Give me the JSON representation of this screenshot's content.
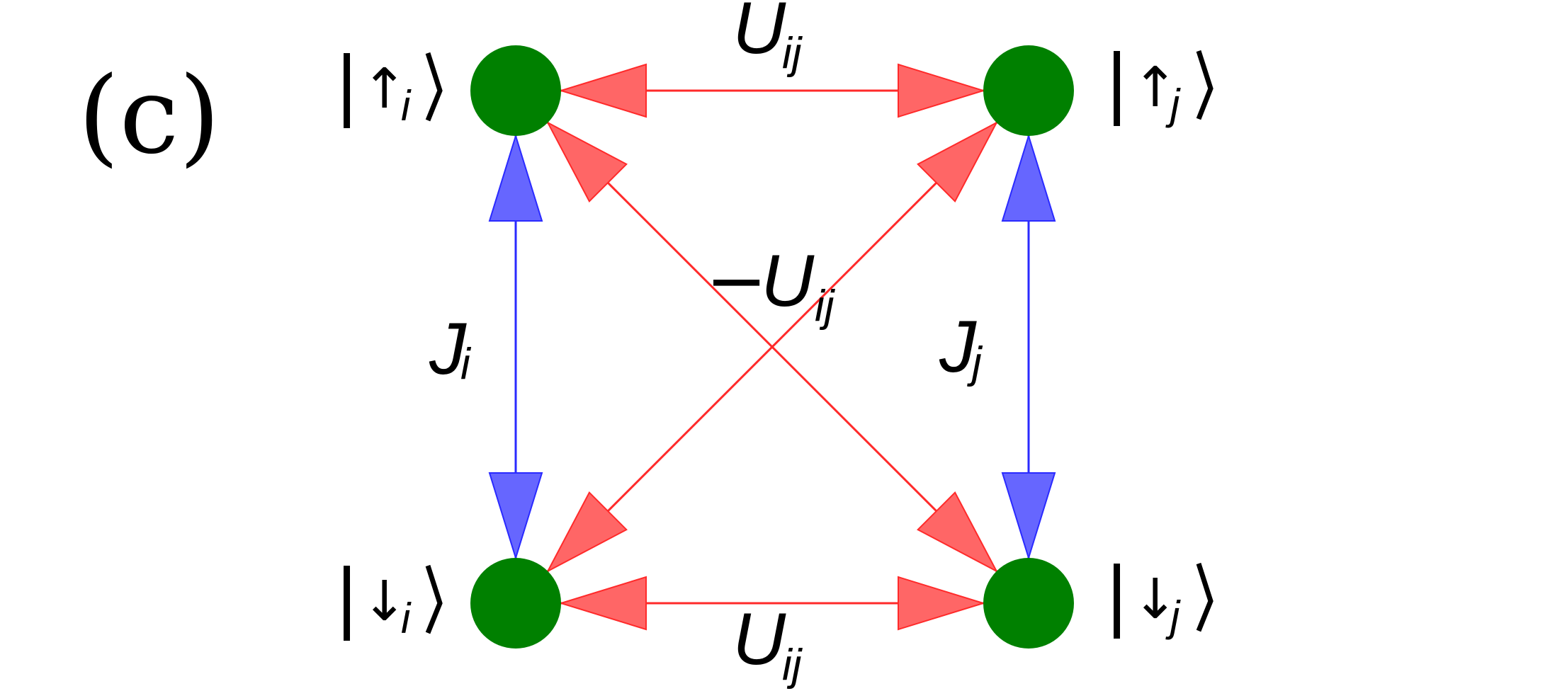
{
  "panel_label": "(c)",
  "colors": {
    "node": "#008000",
    "coupling_U": "#ff2a2a",
    "coupling_U_fill": "#ff6666",
    "hopping_J": "#2a2aff",
    "hopping_J_fill": "#6666ff"
  },
  "nodes": {
    "up_i": {
      "ket_symbol": "↑",
      "subscript": "i"
    },
    "up_j": {
      "ket_symbol": "↑",
      "subscript": "j"
    },
    "down_i": {
      "ket_symbol": "↓",
      "subscript": "i"
    },
    "down_j": {
      "ket_symbol": "↓",
      "subscript": "j"
    }
  },
  "edges": {
    "top": {
      "symbol": "U",
      "subscript": "ij"
    },
    "bottom": {
      "symbol": "U",
      "subscript": "ij"
    },
    "diagonal": {
      "prefix": "−",
      "symbol": "U",
      "subscript": "ij"
    },
    "left": {
      "symbol": "J",
      "subscript": "i"
    },
    "right": {
      "symbol": "J",
      "subscript": "j"
    }
  }
}
